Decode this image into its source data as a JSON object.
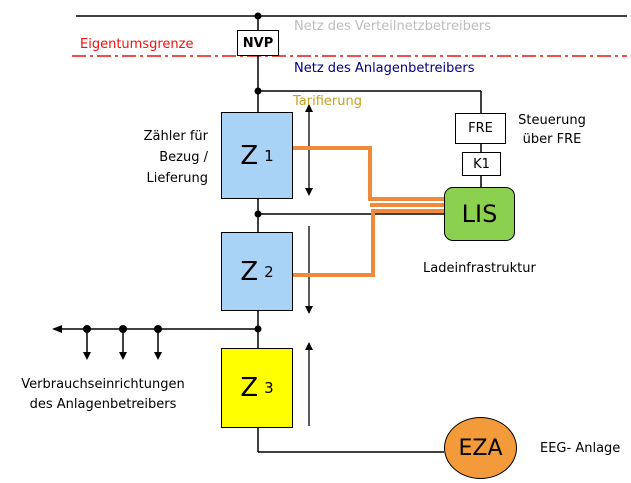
{
  "labels": {
    "nvp": "NVP",
    "grid_operator_net": "Netz des Verteilnetzbetreibers",
    "ownership_boundary": "Eigentumsgrenze",
    "plant_operator_net": "Netz des Anlagenbetreibers",
    "tariffing": "Tarifierung",
    "meter_label_line1": "Zähler für",
    "meter_label_line2": "Bezug /",
    "meter_label_line3": "Lieferung",
    "fre": "FRE",
    "control_line1": "Steuerung",
    "control_line2": "über FRE",
    "k1": "K1",
    "lis": "LIS",
    "charging_infra": "Ladeinfrastruktur",
    "consumers_line1": "Verbrauchseinrichtungen",
    "consumers_line2": "des Anlagenbetreibers",
    "eza": "EZA",
    "eeg": "EEG- Anlage"
  },
  "meters": [
    {
      "letter": "Z",
      "index": "1",
      "color": "#a9d2f7"
    },
    {
      "letter": "Z",
      "index": "2",
      "color": "#a9d2f7"
    },
    {
      "letter": "Z",
      "index": "3",
      "color": "#ffff00"
    }
  ],
  "colors": {
    "boundary": "#ee1111",
    "grid_operator_text": "#bdbdbd",
    "plant_operator_text": "#000080",
    "tariffing_text": "#c9a020",
    "orange_line": "#ef8a3c",
    "lis_fill": "#8cd050",
    "eza_fill": "#f39a3a"
  }
}
